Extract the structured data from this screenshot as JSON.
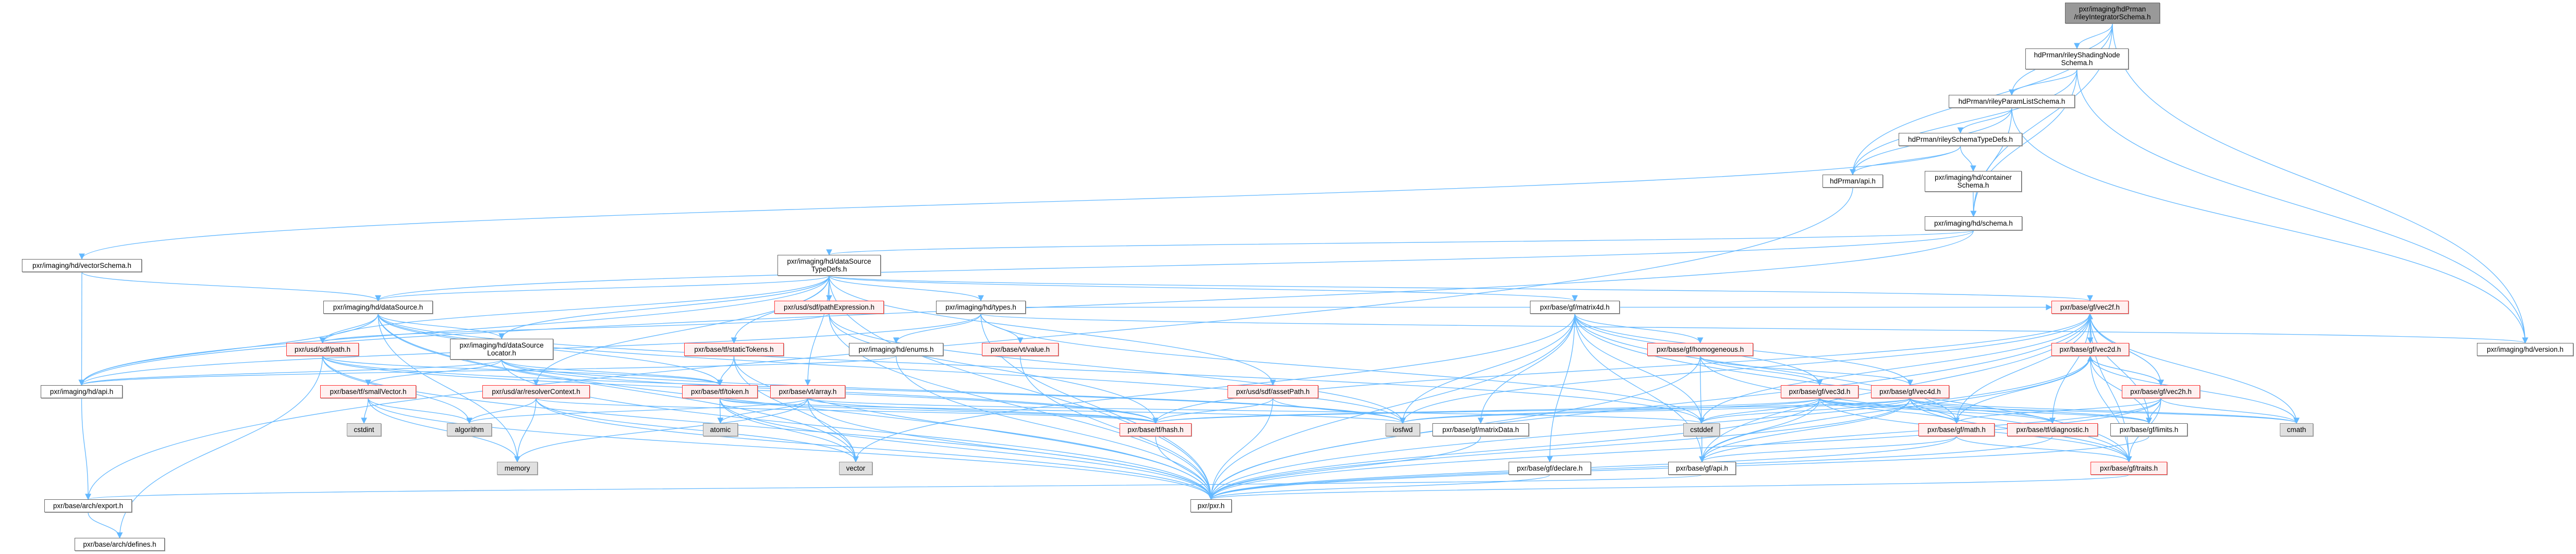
{
  "graph": {
    "title": "pxr/imaging/hdPrman/rileyIntegratorSchema.h",
    "colors": {
      "edge": "#63b8ff",
      "red_border": "#ff3333",
      "red_fill": "#fff0f0",
      "sys_fill": "#e0e0e0",
      "root_fill": "#999999"
    },
    "nodes": {
      "root": {
        "label": "pxr/imaging/hdPrman\n/rileyIntegratorSchema.h",
        "kind": "root"
      },
      "shading": {
        "label": "hdPrman/rileyShadingNode\nSchema.h",
        "kind": "normal"
      },
      "paramList": {
        "label": "hdPrman/rileyParamListSchema.h",
        "kind": "normal"
      },
      "rileyTypeDefs": {
        "label": "hdPrman/rileySchemaTypeDefs.h",
        "kind": "normal"
      },
      "prmanApi": {
        "label": "hdPrman/api.h",
        "kind": "normal"
      },
      "containerSchema": {
        "label": "pxr/imaging/hd/container\nSchema.h",
        "kind": "normal"
      },
      "schema": {
        "label": "pxr/imaging/hd/schema.h",
        "kind": "normal"
      },
      "vectorSchema": {
        "label": "pxr/imaging/hd/vectorSchema.h",
        "kind": "normal"
      },
      "dsTypeDefs": {
        "label": "pxr/imaging/hd/dataSource\nTypeDefs.h",
        "kind": "normal"
      },
      "dataSource": {
        "label": "pxr/imaging/hd/dataSource.h",
        "kind": "normal"
      },
      "pathExpr": {
        "label": "pxr/usd/sdf/pathExpression.h",
        "kind": "red"
      },
      "types": {
        "label": "pxr/imaging/hd/types.h",
        "kind": "normal"
      },
      "matrix4d": {
        "label": "pxr/base/gf/matrix4d.h",
        "kind": "normal"
      },
      "vec2f": {
        "label": "pxr/base/gf/vec2f.h",
        "kind": "red"
      },
      "path": {
        "label": "pxr/usd/sdf/path.h",
        "kind": "red"
      },
      "dsLocator": {
        "label": "pxr/imaging/hd/dataSource\nLocator.h",
        "kind": "normal"
      },
      "staticTokens": {
        "label": "pxr/base/tf/staticTokens.h",
        "kind": "red"
      },
      "enums": {
        "label": "pxr/imaging/hd/enums.h",
        "kind": "normal"
      },
      "value": {
        "label": "pxr/base/vt/value.h",
        "kind": "red"
      },
      "homogeneous": {
        "label": "pxr/base/gf/homogeneous.h",
        "kind": "red"
      },
      "vec2d": {
        "label": "pxr/base/gf/vec2d.h",
        "kind": "red"
      },
      "version": {
        "label": "pxr/imaging/hd/version.h",
        "kind": "normal"
      },
      "hdApi": {
        "label": "pxr/imaging/hd/api.h",
        "kind": "normal"
      },
      "smallVector": {
        "label": "pxr/base/tf/smallVector.h",
        "kind": "red"
      },
      "resolverContext": {
        "label": "pxr/usd/ar/resolverContext.h",
        "kind": "red"
      },
      "token": {
        "label": "pxr/base/tf/token.h",
        "kind": "red"
      },
      "array": {
        "label": "pxr/base/vt/array.h",
        "kind": "red"
      },
      "assetPath": {
        "label": "pxr/usd/sdf/assetPath.h",
        "kind": "red"
      },
      "vec3d": {
        "label": "pxr/base/gf/vec3d.h",
        "kind": "red"
      },
      "vec4d": {
        "label": "pxr/base/gf/vec4d.h",
        "kind": "red"
      },
      "vec2h": {
        "label": "pxr/base/gf/vec2h.h",
        "kind": "red"
      },
      "cstdint": {
        "label": "cstdint",
        "kind": "sys"
      },
      "algorithm": {
        "label": "algorithm",
        "kind": "sys"
      },
      "atomic": {
        "label": "atomic",
        "kind": "sys"
      },
      "hash": {
        "label": "pxr/base/tf/hash.h",
        "kind": "red"
      },
      "iosfwd": {
        "label": "iosfwd",
        "kind": "sys"
      },
      "matrixData": {
        "label": "pxr/base/gf/matrixData.h",
        "kind": "normal"
      },
      "cstddef": {
        "label": "cstddef",
        "kind": "sys"
      },
      "math": {
        "label": "pxr/base/gf/math.h",
        "kind": "red"
      },
      "diagnostic": {
        "label": "pxr/base/tf/diagnostic.h",
        "kind": "red"
      },
      "limits": {
        "label": "pxr/base/gf/limits.h",
        "kind": "normal"
      },
      "cmath": {
        "label": "cmath",
        "kind": "sys"
      },
      "memory": {
        "label": "memory",
        "kind": "sys"
      },
      "vector": {
        "label": "vector",
        "kind": "sys"
      },
      "declare": {
        "label": "pxr/base/gf/declare.h",
        "kind": "normal"
      },
      "gfApi": {
        "label": "pxr/base/gf/api.h",
        "kind": "normal"
      },
      "traits": {
        "label": "pxr/base/gf/traits.h",
        "kind": "red"
      },
      "export": {
        "label": "pxr/base/arch/export.h",
        "kind": "normal"
      },
      "pxr": {
        "label": "pxr/pxr.h",
        "kind": "normal"
      },
      "defines": {
        "label": "pxr/base/arch/defines.h",
        "kind": "normal"
      }
    },
    "edges": [
      [
        "root",
        "shading"
      ],
      [
        "root",
        "prmanApi"
      ],
      [
        "root",
        "schema"
      ],
      [
        "root",
        "version"
      ],
      [
        "root",
        "paramList"
      ],
      [
        "shading",
        "paramList"
      ],
      [
        "shading",
        "prmanApi"
      ],
      [
        "shading",
        "schema"
      ],
      [
        "shading",
        "version"
      ],
      [
        "paramList",
        "rileyTypeDefs"
      ],
      [
        "paramList",
        "prmanApi"
      ],
      [
        "paramList",
        "schema"
      ],
      [
        "paramList",
        "version"
      ],
      [
        "rileyTypeDefs",
        "prmanApi"
      ],
      [
        "rileyTypeDefs",
        "containerSchema"
      ],
      [
        "rileyTypeDefs",
        "vectorSchema"
      ],
      [
        "containerSchema",
        "schema"
      ],
      [
        "prmanApi",
        "export"
      ],
      [
        "schema",
        "dsTypeDefs"
      ],
      [
        "schema",
        "dataSource"
      ],
      [
        "schema",
        "hdApi"
      ],
      [
        "vectorSchema",
        "dataSource"
      ],
      [
        "vectorSchema",
        "hdApi"
      ],
      [
        "dsTypeDefs",
        "dataSource"
      ],
      [
        "dsTypeDefs",
        "pathExpr"
      ],
      [
        "dsTypeDefs",
        "types"
      ],
      [
        "dsTypeDefs",
        "staticTokens"
      ],
      [
        "dsTypeDefs",
        "resolverContext"
      ],
      [
        "dsTypeDefs",
        "array"
      ],
      [
        "dsTypeDefs",
        "assetPath"
      ],
      [
        "dsTypeDefs",
        "matrix4d"
      ],
      [
        "dsTypeDefs",
        "vec2f"
      ],
      [
        "dsTypeDefs",
        "path"
      ],
      [
        "dsTypeDefs",
        "dsLocator"
      ],
      [
        "dsTypeDefs",
        "hdApi"
      ],
      [
        "dsTypeDefs",
        "pxr"
      ],
      [
        "dataSource",
        "path"
      ],
      [
        "dataSource",
        "dsLocator"
      ],
      [
        "dataSource",
        "hdApi"
      ],
      [
        "dataSource",
        "memory"
      ],
      [
        "dataSource",
        "vector"
      ],
      [
        "dataSource",
        "cstddef"
      ],
      [
        "dataSource",
        "iosfwd"
      ],
      [
        "dataSource",
        "pxr"
      ],
      [
        "dataSource",
        "token"
      ],
      [
        "dsLocator",
        "smallVector"
      ],
      [
        "dsLocator",
        "token"
      ],
      [
        "dsLocator",
        "hash"
      ],
      [
        "dsLocator",
        "hdApi"
      ],
      [
        "dsLocator",
        "pxr"
      ],
      [
        "dsLocator",
        "iosfwd"
      ],
      [
        "path",
        "defines"
      ],
      [
        "path",
        "pxr"
      ],
      [
        "path",
        "token"
      ],
      [
        "path",
        "hash"
      ],
      [
        "path",
        "algorithm"
      ],
      [
        "path",
        "iosfwd"
      ],
      [
        "smallVector",
        "cstdint"
      ],
      [
        "smallVector",
        "algorithm"
      ],
      [
        "smallVector",
        "memory"
      ],
      [
        "smallVector",
        "pxr"
      ],
      [
        "resolverContext",
        "memory"
      ],
      [
        "resolverContext",
        "vector"
      ],
      [
        "resolverContext",
        "pxr"
      ],
      [
        "resolverContext",
        "algorithm"
      ],
      [
        "resolverContext",
        "hash"
      ],
      [
        "staticTokens",
        "token"
      ],
      [
        "staticTokens",
        "vector"
      ],
      [
        "staticTokens",
        "pxr"
      ],
      [
        "token",
        "atomic"
      ],
      [
        "token",
        "hash"
      ],
      [
        "token",
        "vector"
      ],
      [
        "token",
        "pxr"
      ],
      [
        "token",
        "iosfwd"
      ],
      [
        "array",
        "atomic"
      ],
      [
        "array",
        "memory"
      ],
      [
        "array",
        "vector"
      ],
      [
        "array",
        "pxr"
      ],
      [
        "array",
        "hash"
      ],
      [
        "array",
        "cstddef"
      ],
      [
        "array",
        "algorithm"
      ],
      [
        "types",
        "enums"
      ],
      [
        "types",
        "value"
      ],
      [
        "types",
        "hdApi"
      ],
      [
        "types",
        "version"
      ],
      [
        "types",
        "cstddef"
      ],
      [
        "types",
        "pxr"
      ],
      [
        "types",
        "vec2f"
      ],
      [
        "enums",
        "hdApi"
      ],
      [
        "enums",
        "pxr"
      ],
      [
        "value",
        "pxr"
      ],
      [
        "pathExpr",
        "path"
      ],
      [
        "pathExpr",
        "pxr"
      ],
      [
        "pathExpr",
        "iosfwd"
      ],
      [
        "pathExpr",
        "hash"
      ],
      [
        "assetPath",
        "hash"
      ],
      [
        "assetPath",
        "pxr"
      ],
      [
        "assetPath",
        "iosfwd"
      ],
      [
        "matrix4d",
        "homogeneous"
      ],
      [
        "matrix4d",
        "vec3d"
      ],
      [
        "matrix4d",
        "vec4d"
      ],
      [
        "matrix4d",
        "matrixData"
      ],
      [
        "matrix4d",
        "declare"
      ],
      [
        "matrix4d",
        "gfApi"
      ],
      [
        "matrix4d",
        "math"
      ],
      [
        "matrix4d",
        "traits"
      ],
      [
        "matrix4d",
        "cstddef"
      ],
      [
        "matrix4d",
        "iosfwd"
      ],
      [
        "matrix4d",
        "vector"
      ],
      [
        "matrix4d",
        "pxr"
      ],
      [
        "homogeneous",
        "vec3d"
      ],
      [
        "homogeneous",
        "vec4d"
      ],
      [
        "homogeneous",
        "gfApi"
      ],
      [
        "homogeneous",
        "pxr"
      ],
      [
        "homogeneous",
        "traits"
      ],
      [
        "vec3d",
        "cstddef"
      ],
      [
        "vec3d",
        "gfApi"
      ],
      [
        "vec3d",
        "math"
      ],
      [
        "vec3d",
        "diagnostic"
      ],
      [
        "vec3d",
        "limits"
      ],
      [
        "vec3d",
        "cmath"
      ],
      [
        "vec3d",
        "traits"
      ],
      [
        "vec3d",
        "pxr"
      ],
      [
        "vec3d",
        "hash"
      ],
      [
        "vec3d",
        "iosfwd"
      ],
      [
        "vec4d",
        "cstddef"
      ],
      [
        "vec4d",
        "gfApi"
      ],
      [
        "vec4d",
        "math"
      ],
      [
        "vec4d",
        "diagnostic"
      ],
      [
        "vec4d",
        "limits"
      ],
      [
        "vec4d",
        "cmath"
      ],
      [
        "vec4d",
        "traits"
      ],
      [
        "vec4d",
        "pxr"
      ],
      [
        "vec4d",
        "hash"
      ],
      [
        "vec4d",
        "iosfwd"
      ],
      [
        "vec2f",
        "vec2d"
      ],
      [
        "vec2f",
        "vec2h"
      ],
      [
        "vec2f",
        "cstddef"
      ],
      [
        "vec2f",
        "gfApi"
      ],
      [
        "vec2f",
        "math"
      ],
      [
        "vec2f",
        "limits"
      ],
      [
        "vec2f",
        "diagnostic"
      ],
      [
        "vec2f",
        "cmath"
      ],
      [
        "vec2f",
        "traits"
      ],
      [
        "vec2f",
        "pxr"
      ],
      [
        "vec2f",
        "hash"
      ],
      [
        "vec2f",
        "iosfwd"
      ],
      [
        "vec2d",
        "vec2f"
      ],
      [
        "vec2d",
        "vec2h"
      ],
      [
        "vec2d",
        "math"
      ],
      [
        "vec2d",
        "limits"
      ],
      [
        "vec2d",
        "cmath"
      ],
      [
        "vec2d",
        "traits"
      ],
      [
        "vec2d",
        "gfApi"
      ],
      [
        "vec2d",
        "pxr"
      ],
      [
        "vec2h",
        "vec2f"
      ],
      [
        "vec2h",
        "vec2d"
      ],
      [
        "vec2h",
        "limits"
      ],
      [
        "vec2h",
        "cmath"
      ],
      [
        "vec2h",
        "traits"
      ],
      [
        "vec2h",
        "math"
      ],
      [
        "vec2h",
        "gfApi"
      ],
      [
        "vec2h",
        "pxr"
      ],
      [
        "matrixData",
        "pxr"
      ],
      [
        "declare",
        "pxr"
      ],
      [
        "math",
        "gfApi"
      ],
      [
        "math",
        "traits"
      ],
      [
        "math",
        "pxr"
      ],
      [
        "diagnostic",
        "pxr"
      ],
      [
        "gfApi",
        "export"
      ],
      [
        "hash",
        "pxr"
      ],
      [
        "hdApi",
        "export"
      ],
      [
        "export",
        "defines"
      ],
      [
        "traits",
        "pxr"
      ],
      [
        "limits",
        "pxr"
      ]
    ]
  }
}
